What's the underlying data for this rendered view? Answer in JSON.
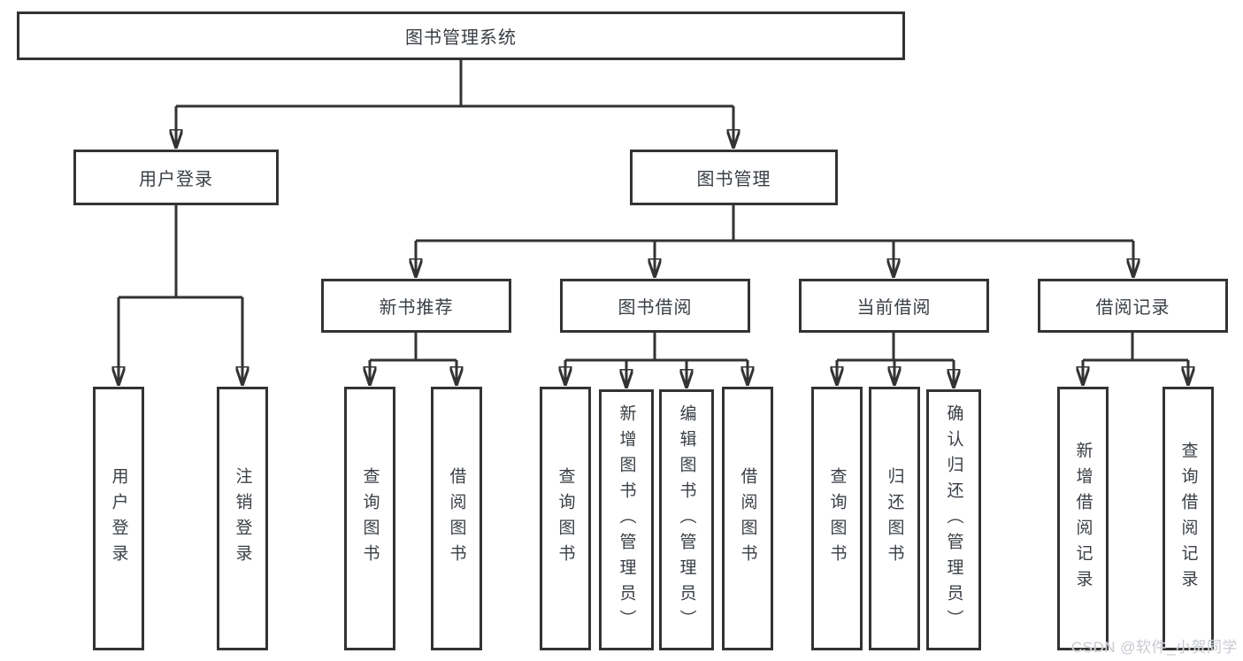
{
  "diagram": {
    "root": {
      "label": "图书管理系统"
    },
    "level2": [
      {
        "label": "用户登录"
      },
      {
        "label": "图书管理"
      }
    ],
    "level3": [
      {
        "label": "新书推荐"
      },
      {
        "label": "图书借阅"
      },
      {
        "label": "当前借阅"
      },
      {
        "label": "借阅记录"
      }
    ],
    "leaves": {
      "user_login": [
        {
          "label": "用户登录"
        },
        {
          "label": "注销登录"
        }
      ],
      "new_book_recommend": [
        {
          "label": "查询图书"
        },
        {
          "label": "借阅图书"
        }
      ],
      "book_borrowing": [
        {
          "label": "查询图书"
        },
        {
          "label": "新增图书（管理员）"
        },
        {
          "label": "编辑图书（管理员）"
        },
        {
          "label": "借阅图书"
        }
      ],
      "current_borrowing": [
        {
          "label": "查询图书"
        },
        {
          "label": "归还图书"
        },
        {
          "label": "确认归还（管理员）"
        }
      ],
      "borrowing_records": [
        {
          "label": "新增借阅记录"
        },
        {
          "label": "查询借阅记录"
        }
      ]
    }
  },
  "watermark": {
    "text": "CSDN @软件_小贺同学"
  },
  "colors": {
    "line": "#333333",
    "node_text": "#3a3f45",
    "background": "#ffffff",
    "watermark": "#c7cad0"
  }
}
